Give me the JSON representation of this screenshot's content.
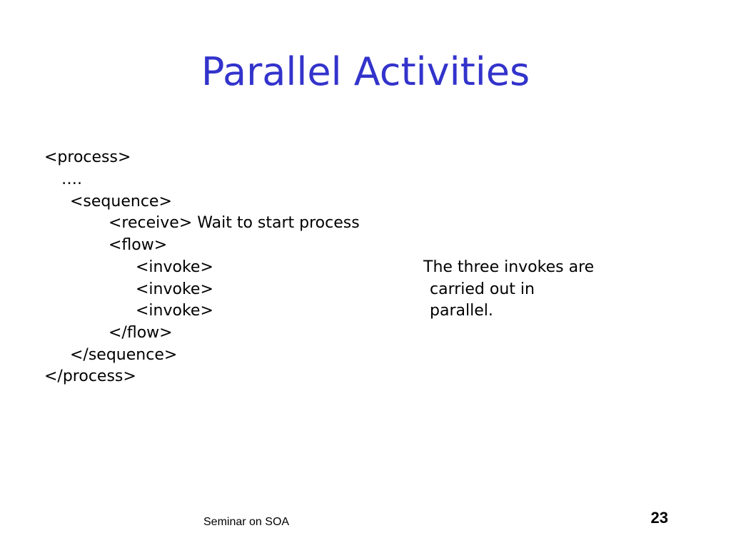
{
  "slide": {
    "title": "Parallel Activities",
    "code_lines": [
      "<process>",
      "….",
      "<sequence>",
      "<receive> Wait to start process",
      "<flow>",
      "<invoke>",
      "<invoke>",
      "<invoke>",
      "</flow>",
      "</sequence>",
      "</process>"
    ],
    "note_lines": [
      "The three invokes are",
      "carried out in",
      "parallel."
    ],
    "footer": "Seminar on SOA",
    "page_number": "23"
  },
  "colors": {
    "title": "#3333CC",
    "text": "#000000",
    "background": "#FFFFFF"
  }
}
